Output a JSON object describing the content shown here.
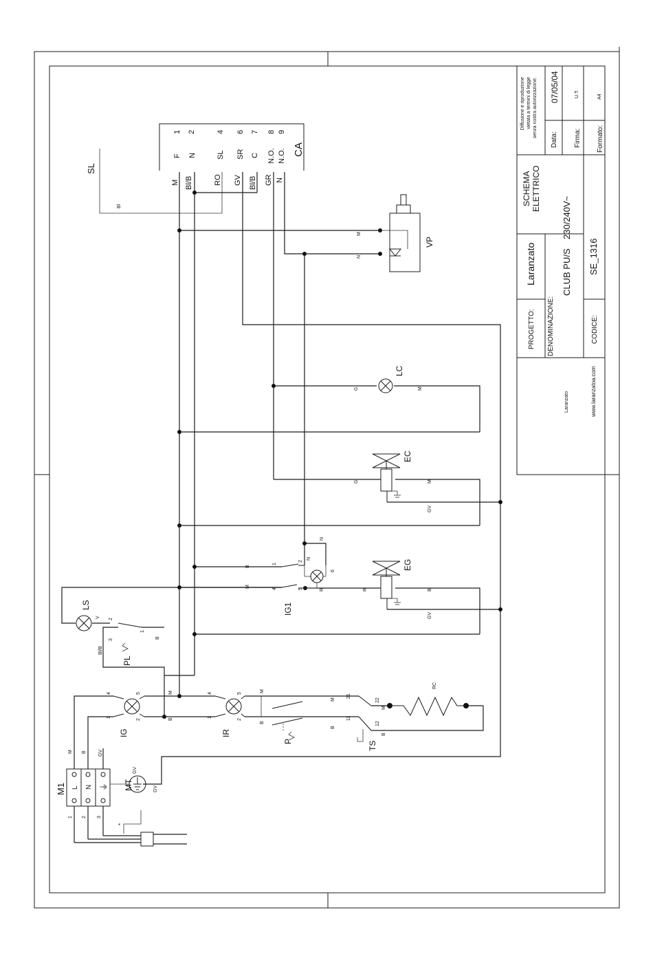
{
  "title_block": {
    "rights_1": "Diffusione e riproduzione",
    "rights_2": "vietata a termini di legge",
    "rights_3": "senza nostra autorizzazione.",
    "data_label": "Data:",
    "data_value": "07/05/04",
    "firma_label": "Firma:",
    "firma_value": "U.T.",
    "formato_label": "Formato:",
    "formato_value": "A4",
    "doc_type_1": "SCHEMA",
    "doc_type_2": "ELETTRICO",
    "company": "Laranzato",
    "progetto_label": "PROGETTO:",
    "denominazione_label": "DENOMINAZIONE:",
    "model": "CLUB PU/S",
    "voltage": "230/240V~",
    "codice_label": "CODICE:",
    "codice_value": "SE_1316",
    "logo_text": "Laranzato",
    "website": "www.laranzatoa.com"
  },
  "connector_ca": {
    "name": "CA",
    "pins": [
      "1",
      "2",
      "4",
      "6",
      "7",
      "8",
      "9"
    ],
    "functions": [
      "F",
      "N",
      "SL",
      "SR",
      "C",
      "N.O.",
      "N.O."
    ],
    "wires": [
      "M",
      "Bl/B",
      "RO",
      "GV",
      "Bl/B",
      "GR",
      "N"
    ]
  },
  "components": {
    "sl": "SL",
    "vp": "VP",
    "lc": "LC",
    "ec": "EC",
    "eg": "EG",
    "ls": "LS",
    "pl": "PL",
    "ig1": "IG1",
    "ig": "IG",
    "ir": "IR",
    "p": "P",
    "ts": "TS",
    "rc": "RC",
    "m1": "M1",
    "mt": "MT"
  },
  "terminal_block": {
    "symbols": [
      "L",
      "N",
      "⏚"
    ],
    "numbers": [
      "1",
      "2",
      "3"
    ]
  },
  "wire_labels": {
    "bl": "Bl",
    "m": "M",
    "n": "N",
    "g": "G",
    "gv": "GV",
    "b": "B",
    "r": "R",
    "v": "V",
    "blb": "Bl/B"
  },
  "contact_numbers": {
    "n1": "1",
    "n2": "2",
    "n3": "3",
    "n4": "4",
    "n5": "5",
    "n6": "6",
    "n11": "11",
    "n12": "12",
    "n21": "21",
    "n22": "22"
  },
  "misc": {
    "star": "*"
  }
}
